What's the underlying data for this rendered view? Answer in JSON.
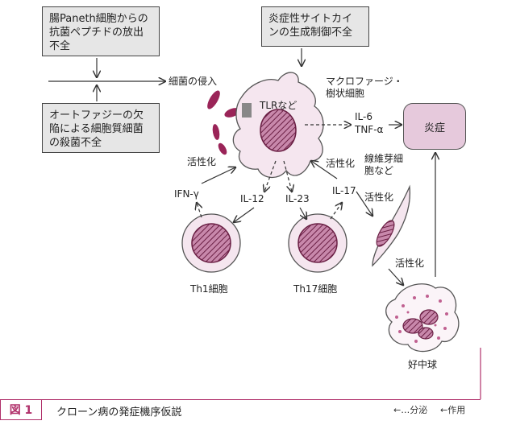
{
  "boxes": {
    "paneth": "腸Paneth細胞からの抗菌ペプチドの放出不全",
    "autophagy": "オートファジーの欠陥による細胞質細菌の殺菌不全",
    "cytokine": "炎症性サイトカインの生成制御不全"
  },
  "labels": {
    "bacteria_invasion": "細菌の侵入",
    "macrophage": "マクロファージ・樹状細胞",
    "tlr": "TLRなど",
    "il6": "IL-6",
    "tnf": "TNF-α",
    "inflammation": "炎症",
    "activation_left": "活性化",
    "activation_mid": "活性化",
    "activation_fib": "活性化",
    "activation_neut": "活性化",
    "ifn": "IFN-γ",
    "il12": "IL-12",
    "il23": "IL-23",
    "il17": "IL-17",
    "fibroblast": "線維芽細胞など",
    "th1": "Th1細胞",
    "th17": "Th17細胞",
    "neutrophil": "好中球"
  },
  "caption": {
    "number": "図 1",
    "title": "クローン病の発症機序仮説",
    "legend_secretion": "←…分泌",
    "legend_action": "←作用"
  },
  "colors": {
    "accent": "#b0306a",
    "cell_fill": "#f5e6ef",
    "nucleus": "#8a2a5a",
    "box_gray": "#e6e6e6"
  }
}
